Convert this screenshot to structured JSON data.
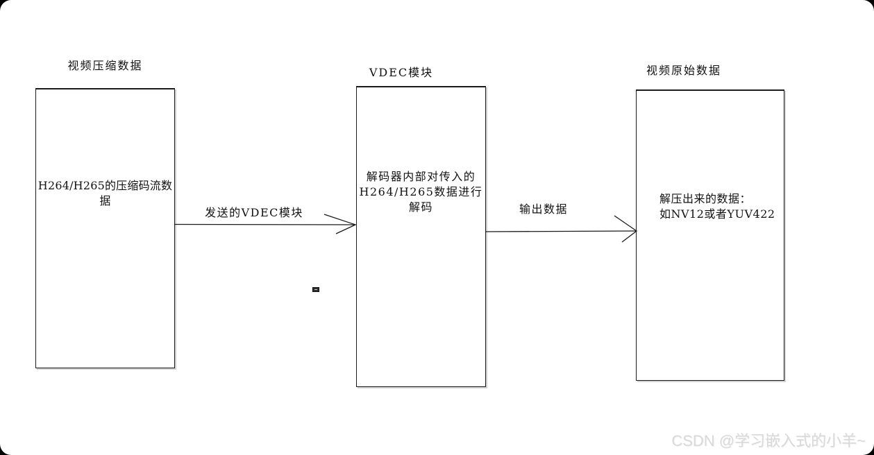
{
  "diagram": {
    "nodes": [
      {
        "id": "compressed-data",
        "title": "视频压缩数据",
        "lines": [
          "H264/H265的压缩码流数据"
        ]
      },
      {
        "id": "vdec-module",
        "title": "VDEC模块",
        "lines": [
          "解码器内部对传入的",
          "H264/H265数据进行",
          "解码"
        ]
      },
      {
        "id": "raw-data",
        "title": "视频原始数据",
        "lines": [
          "解压出来的数据：",
          "如NV12或者YUV422"
        ]
      }
    ],
    "edges": [
      {
        "id": "send-to-vdec",
        "label": "发送的VDEC模块"
      },
      {
        "id": "output-data",
        "label": "输出数据"
      }
    ]
  },
  "watermark": {
    "text": "CSDN @学习嵌入式的小羊~",
    "color": "#d9d9d9"
  },
  "colors": {
    "line": "#1a1a1a",
    "box_border": "#1a1a1a",
    "text": "#111111",
    "background": "#ffffff"
  }
}
